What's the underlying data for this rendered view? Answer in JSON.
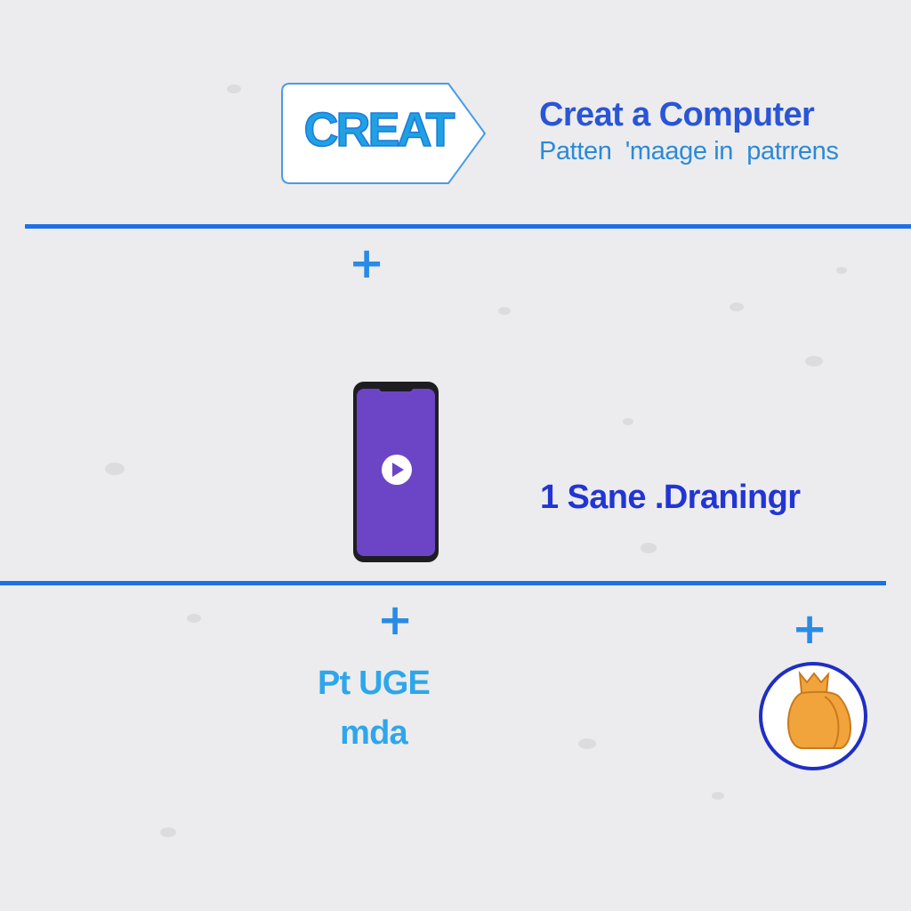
{
  "colors": {
    "background": "#ececee",
    "line": "#1f6fe6",
    "plus": "#2a8be6",
    "logo_text": "#1fa1e4",
    "title": "#2a55d6",
    "subtitle": "#2b8ad8",
    "drawing_label": "#2235d4",
    "media_label": "#2fa6ea",
    "phone_screen": "#6c45c6",
    "bag": "#f2a43c",
    "bag_ring": "#1f2fc4"
  },
  "logo": {
    "text": "CREAT"
  },
  "header": {
    "title": "Creat a Computer",
    "subtitle": "Patten  'maage in  patrrens"
  },
  "row2": {
    "label": "1 Sane .Draningr",
    "phone_icon": "smartphone-play-icon"
  },
  "row3": {
    "media_line1": "Pt UGE",
    "media_line2": "mda",
    "bag_icon": "money-bag-icon"
  },
  "plus_icon": "plus-icon"
}
